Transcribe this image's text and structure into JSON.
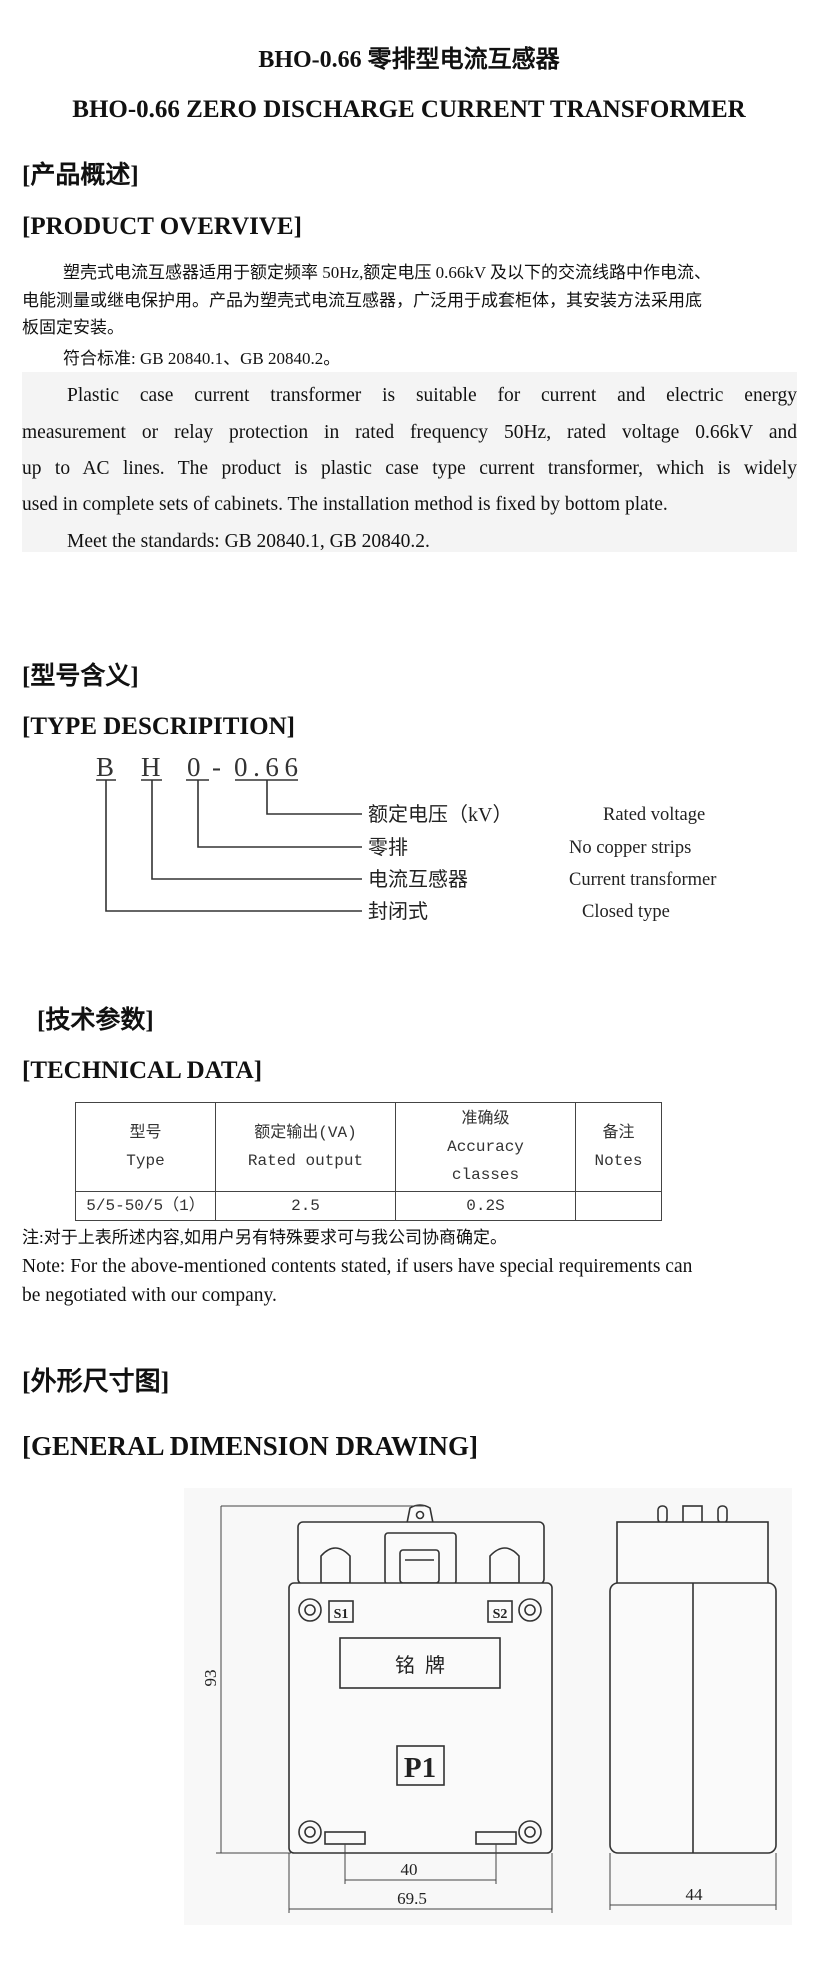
{
  "title_cn": "BHO-0.66 零排型电流互感器",
  "title_en": "BHO-0.66 ZERO DISCHARGE CURRENT TRANSFORMER",
  "overview": {
    "heading_cn": "[产品概述]",
    "heading_en": "[PRODUCT OVERVIVE]",
    "cn_lines": [
      "塑壳式电流互感器适用于额定频率 50Hz,额定电压 0.66kV 及以下的交流线路中作电流、",
      "电能测量或继电保护用。产品为塑壳式电流互感器，广泛用于成套柜体，其安装方法采用底",
      "板固定安装。"
    ],
    "cn_standard": "符合标准: GB 20840.1、GB 20840.2。",
    "en_lines": [
      "Plastic case current transformer is suitable for current and electric energy",
      "measurement or relay protection in rated frequency 50Hz, rated voltage 0.66kV and",
      "up to AC lines. The product is plastic case type current transformer, which is widely",
      "used in complete sets of cabinets. The installation method is fixed by bottom plate."
    ],
    "en_standard": "Meet the standards: GB 20840.1, GB 20840.2."
  },
  "type_description": {
    "heading_cn": "[型号含义]",
    "heading_en": "[TYPE DESCRIPITION]",
    "code": {
      "b": "B",
      "h": "H",
      "o": "0",
      "dash": "-",
      "voltage": "0.66"
    },
    "items": [
      {
        "cn": "额定电压（kV）",
        "en": "Rated voltage"
      },
      {
        "cn": "零排",
        "en": "No copper strips"
      },
      {
        "cn": "电流互感器",
        "en": "Current transformer"
      },
      {
        "cn": "封闭式",
        "en": "Closed type"
      }
    ]
  },
  "technical_data": {
    "heading_cn": "[技术参数]",
    "heading_en": "[TECHNICAL DATA]",
    "columns": [
      {
        "cn": "型号",
        "en": "Type"
      },
      {
        "cn": "额定输出(VA)",
        "en": "Rated output"
      },
      {
        "cn": "准确级",
        "en": "Accuracy",
        "en2": "classes"
      },
      {
        "cn": "备注",
        "en": "Notes"
      }
    ],
    "rows": [
      {
        "type": "5/5-50/5（1）",
        "output": "2.5",
        "accuracy": "0.2S",
        "notes": ""
      }
    ],
    "note_cn": "注:对于上表所述内容,如用户另有特殊要求可与我公司协商确定。",
    "note_en_lines": [
      "Note: For the above-mentioned contents stated, if users have special requirements can",
      "be negotiated with our company."
    ]
  },
  "dimension": {
    "heading_cn": "[外形尺寸图]",
    "heading_en": "[GENERAL DIMENSION DRAWING]",
    "height": "93",
    "hole_spacing": "40",
    "width": "69.5",
    "depth": "44",
    "terminal_s1": "S1",
    "terminal_s2": "S2",
    "nameplate": "铭  牌",
    "terminal_p1": "P1"
  }
}
